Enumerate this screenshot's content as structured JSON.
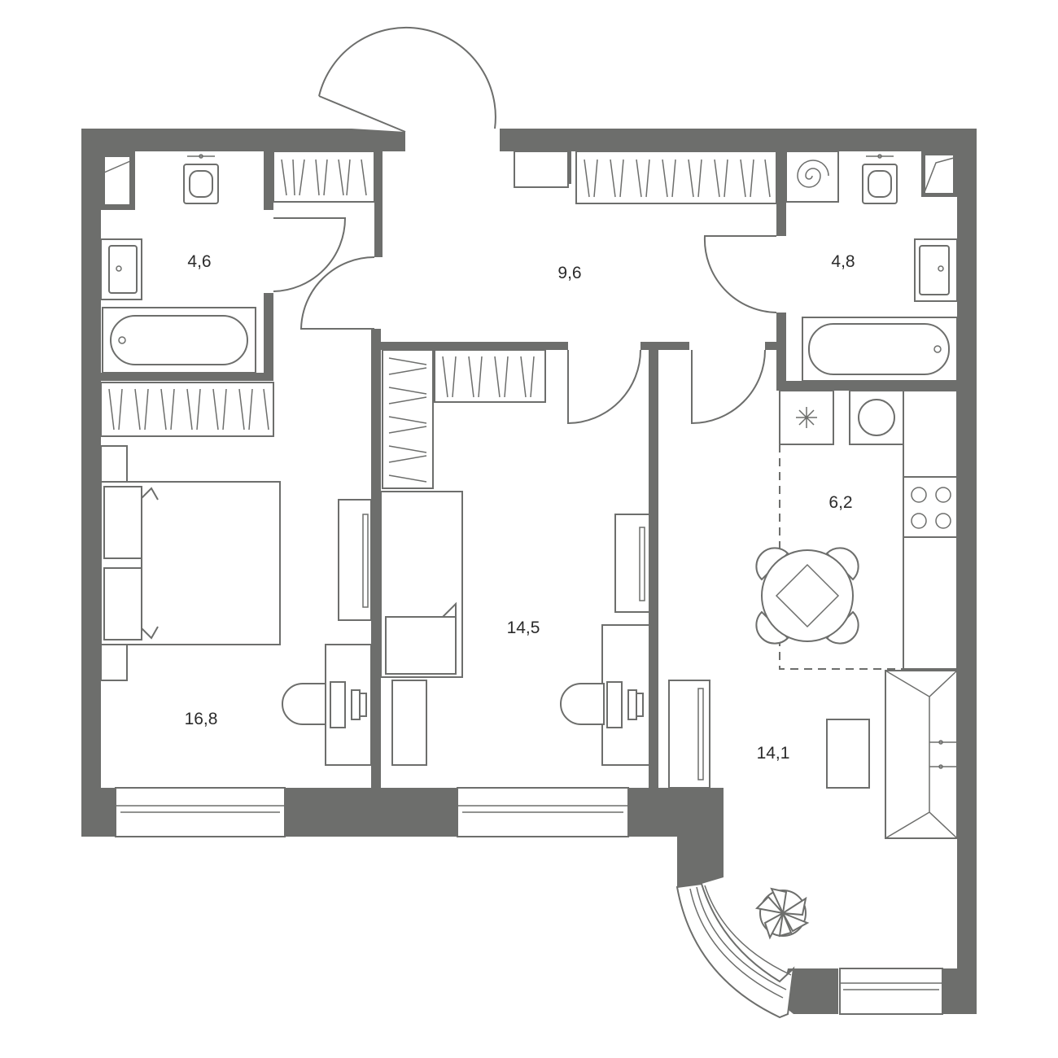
{
  "plan": {
    "rooms": [
      {
        "id": "bathroom-1",
        "area": "4,6"
      },
      {
        "id": "hallway",
        "area": "9,6"
      },
      {
        "id": "bathroom-2",
        "area": "4,8"
      },
      {
        "id": "kitchen",
        "area": "6,2"
      },
      {
        "id": "bedroom-1",
        "area": "16,8"
      },
      {
        "id": "bedroom-2",
        "area": "14,5"
      },
      {
        "id": "living-room",
        "area": "14,1"
      }
    ],
    "colors": {
      "wall": "#6d6e6c",
      "line": "#6d6e6c",
      "background": "#ffffff"
    },
    "icons": [
      "toilet-icon",
      "sink-icon",
      "bathtub-icon",
      "shower-tray-icon",
      "wardrobe-icon",
      "bed-icon",
      "desk-icon",
      "chair-icon",
      "tv-icon",
      "washing-machine-icon",
      "cooktop-icon",
      "dining-table-icon",
      "sofa-icon",
      "coffee-table-icon",
      "plant-icon",
      "door-swing-icon",
      "window-icon"
    ]
  }
}
